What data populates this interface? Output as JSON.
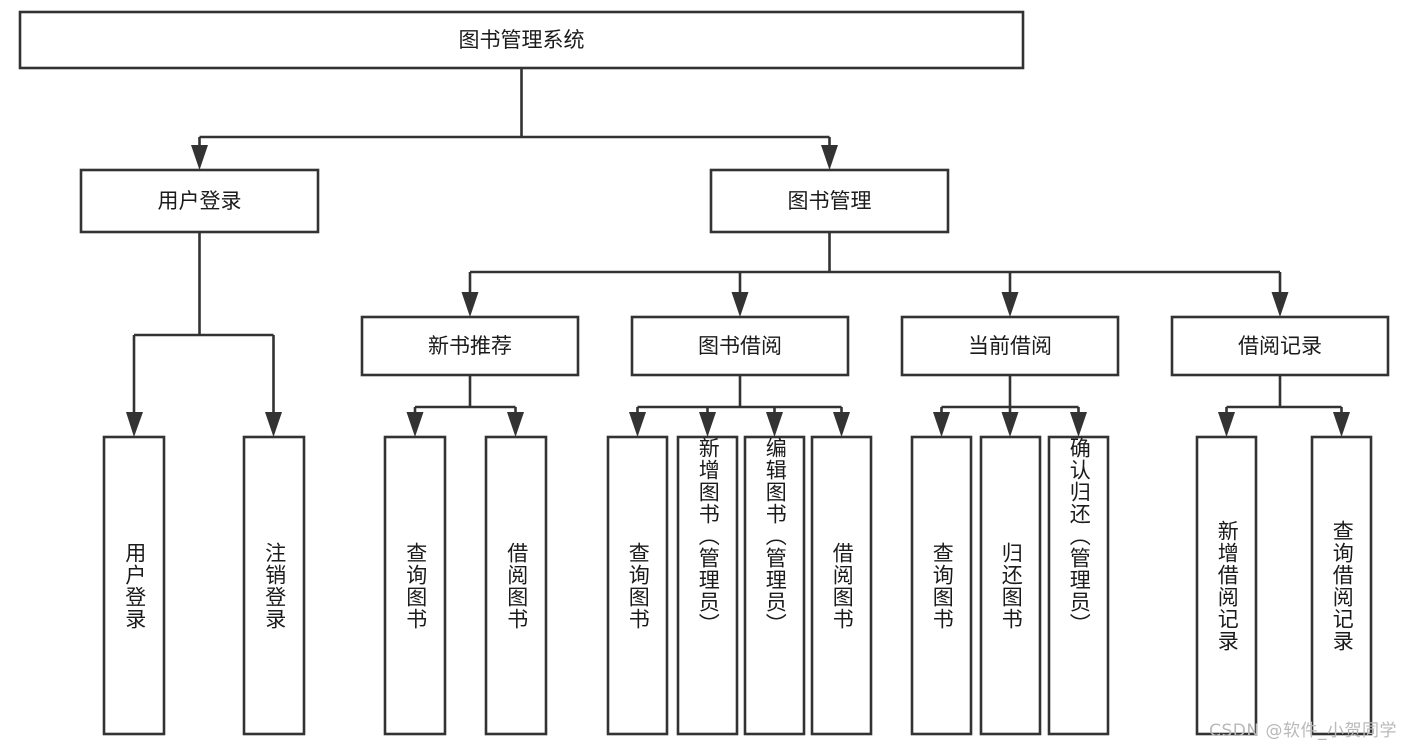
{
  "diagram": {
    "title": "图书管理系统",
    "type": "tree",
    "colors": {
      "box_stroke": "#333333",
      "box_fill": "#ffffff",
      "text": "#1b1b1b",
      "background": "#ffffff",
      "watermark": "#b9b9b9"
    },
    "root": {
      "label": "图书管理系统"
    },
    "level2": [
      {
        "label": "用户登录"
      },
      {
        "label": "图书管理"
      }
    ],
    "level3": [
      {
        "label": "新书推荐"
      },
      {
        "label": "图书借阅"
      },
      {
        "label": "当前借阅"
      },
      {
        "label": "借阅记录"
      }
    ],
    "leaves": {
      "user_login": [
        {
          "label": "用户登录"
        },
        {
          "label": "注销登录"
        }
      ],
      "new_book_recommend": [
        {
          "label": "查询图书"
        },
        {
          "label": "借阅图书"
        }
      ],
      "book_borrow": [
        {
          "label": "查询图书"
        },
        {
          "label": "新增图书（管理员）"
        },
        {
          "label": "编辑图书（管理员）"
        },
        {
          "label": "借阅图书"
        }
      ],
      "current_borrow": [
        {
          "label": "查询图书"
        },
        {
          "label": "归还图书"
        },
        {
          "label": "确认归还（管理员）"
        }
      ],
      "borrow_record": [
        {
          "label": "新增借阅记录"
        },
        {
          "label": "查询借阅记录"
        }
      ]
    },
    "watermark": "CSDN @软件_小贺同学"
  }
}
